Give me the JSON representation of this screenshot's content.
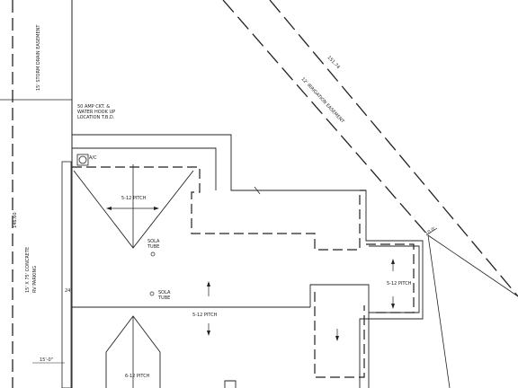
{
  "labels": {
    "storm_easement": "15' STORM DRAIN EASEMENT",
    "irrigation_easement": "12' IRRIGATION EASEMENT",
    "lot_line_top": "151.74",
    "lot_line_left": "146.60",
    "corner_dim": "10.0'",
    "hookup_line1": "50 AMP CKT. &",
    "hookup_line2": "WATER HOOK UP",
    "hookup_line3": "LOCATION T.B.D.",
    "ac": "A/C",
    "pitch_upper_left": "5-12 PITCH",
    "pitch_middle": "5-12 PITCH",
    "pitch_right": "5-12 PITCH",
    "pitch_bottom": "6-12 PITCH",
    "sola_tube_1_a": "SOLA",
    "sola_tube_1_b": "TUBE",
    "sola_tube_2_a": "SOLA",
    "sola_tube_2_b": "TUBE",
    "rv_line1": "15' X 75' CONCRETE",
    "rv_line2": "RV PARKING",
    "dim_24": "24'",
    "dim_15": "15'-0\""
  },
  "colors": {
    "ink": "#222222",
    "paper": "#ffffff"
  }
}
